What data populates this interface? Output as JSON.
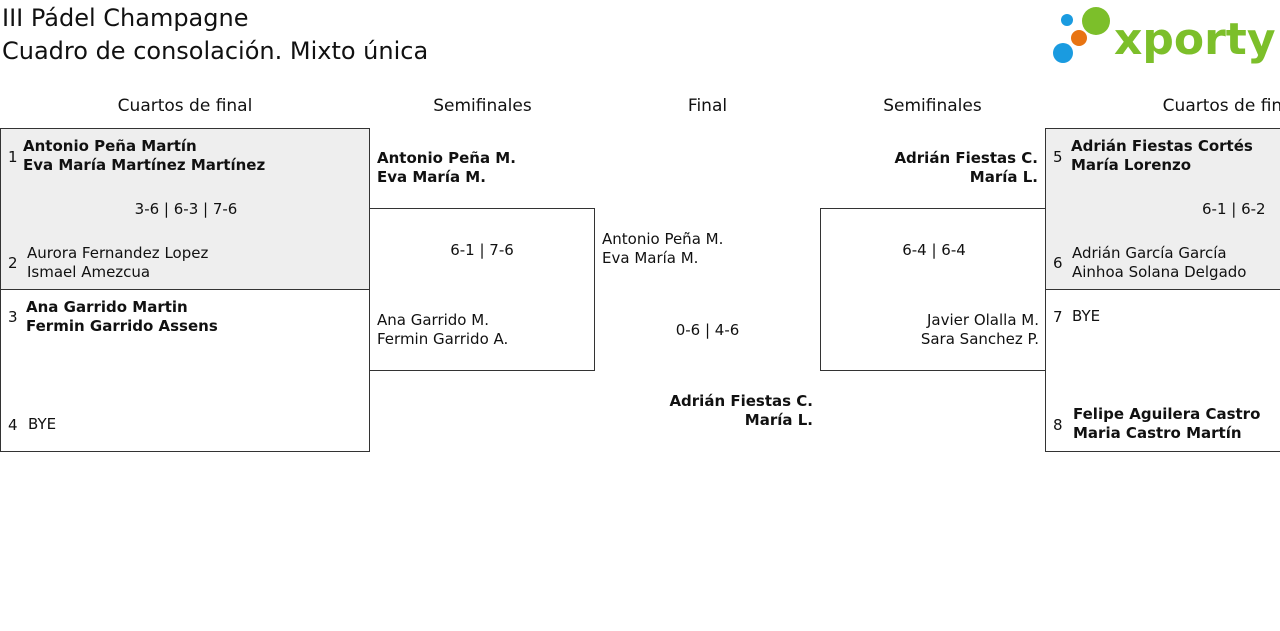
{
  "header": {
    "title": "III Pádel Champagne",
    "subtitle": "Cuadro de consolación. Mixto única",
    "logo_text": "xporty",
    "logo_colors": [
      "#1a9be0",
      "#e87412",
      "#7cbf2a"
    ]
  },
  "rounds": {
    "left_qf": "Cuartos de final",
    "left_sf": "Semifinales",
    "final": "Final",
    "right_sf": "Semifinales",
    "right_qf": "Cuartos de final"
  },
  "left_qf": {
    "match1": {
      "seed_a": "1",
      "team_a": [
        "Antonio Peña Martín",
        "Eva María Martínez Martínez"
      ],
      "score": "3-6 | 6-3 | 7-6",
      "seed_b": "2",
      "team_b": [
        "Aurora Fernandez Lopez",
        "Ismael Amezcua"
      ]
    },
    "match2": {
      "seed_a": "3",
      "team_a": [
        "Ana Garrido Martin",
        "Fermin Garrido Assens"
      ],
      "seed_b": "4",
      "team_b": [
        "BYE"
      ]
    }
  },
  "left_sf": {
    "team_a": [
      "Antonio Peña M.",
      "Eva María M."
    ],
    "score": "6-1 | 7-6",
    "team_b": [
      "Ana Garrido M.",
      "Fermin Garrido A."
    ]
  },
  "final": {
    "team_a": [
      "Antonio Peña M.",
      "Eva María M."
    ],
    "score": "0-6 | 4-6",
    "winner": [
      "Adrián Fiestas C.",
      "María L."
    ]
  },
  "right_sf": {
    "team_a": [
      "Adrián Fiestas C.",
      "María L."
    ],
    "score": "6-4 | 6-4",
    "team_b": [
      "Javier Olalla M.",
      "Sara Sanchez P."
    ]
  },
  "right_qf": {
    "match1": {
      "seed_a": "5",
      "team_a": [
        "Adrián Fiestas Cortés",
        "María Lorenzo"
      ],
      "score": "6-1 | 6-2",
      "seed_b": "6",
      "team_b": [
        "Adrián García García",
        "Ainhoa Solana Delgado"
      ]
    },
    "match2": {
      "seed_a": "7",
      "team_a": [
        "BYE"
      ],
      "seed_b": "8",
      "team_b": [
        "Felipe Aguilera Castro",
        "Maria Castro Martín"
      ]
    }
  }
}
